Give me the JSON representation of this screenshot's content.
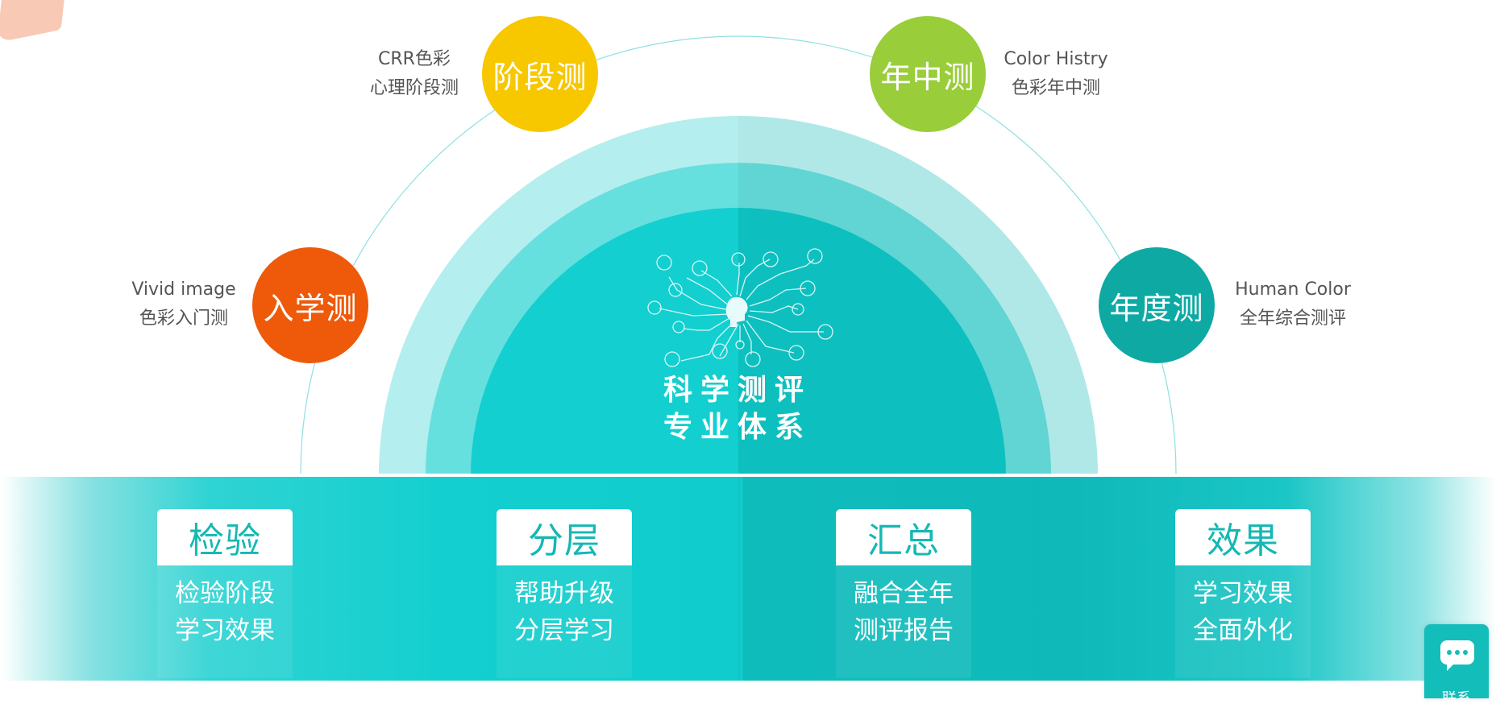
{
  "center": {
    "title_line1": "科学测评",
    "title_line2": "专业体系"
  },
  "stages": [
    {
      "name": "入学测",
      "en": "Vivid image",
      "cn": "色彩入门测",
      "color": "#ee5a0a"
    },
    {
      "name": "阶段测",
      "en": "CRR色彩",
      "cn": "心理阶段测",
      "color": "#f7c700"
    },
    {
      "name": "年中测",
      "en": "Color Histry",
      "cn": "色彩年中测",
      "color": "#9acd3a"
    },
    {
      "name": "年度测",
      "en": "Human Color",
      "cn": "全年综合测评",
      "color": "#0fa9a4"
    }
  ],
  "cards": [
    {
      "title": "检验",
      "line1": "检验阶段",
      "line2": "学习效果"
    },
    {
      "title": "分层",
      "line1": "帮助升级",
      "line2": "分层学习"
    },
    {
      "title": "汇总",
      "line1": "融合全年",
      "line2": "测评报告"
    },
    {
      "title": "效果",
      "line1": "学习效果",
      "line2": "全面外化"
    }
  ],
  "chat": {
    "label": "联系",
    "icon": "chat-bubble-icon"
  },
  "colors": {
    "teal_dark": "#0fb9b9",
    "teal_light": "#13cfcf",
    "arc_outer": "#b4eeee",
    "arc_mid": "#66dfdf",
    "card_title": "#14b8b4"
  }
}
